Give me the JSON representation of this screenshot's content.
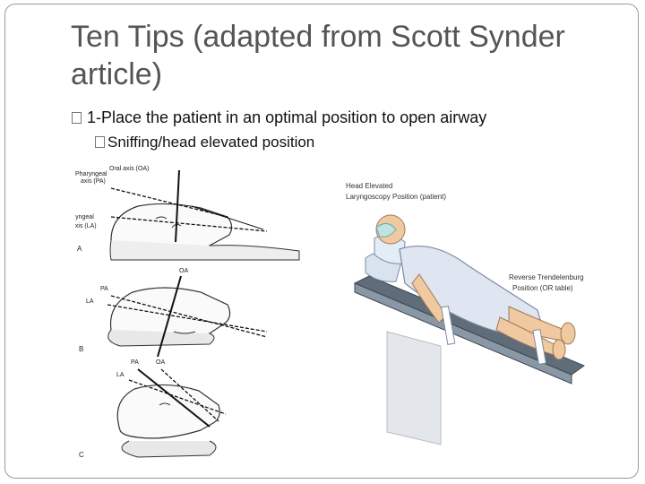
{
  "slide": {
    "title": "Ten Tips (adapted from Scott Synder article)",
    "bullets": [
      "1-Place the patient in an optimal position to open airway",
      "Sniffing/head elevated position"
    ]
  },
  "figure_left": {
    "labels": {
      "oral_axis": "Oral axis (OA)",
      "pharyngeal_axis": "Pharyngeal axis (PA)",
      "laryngeal_axis": "Laryngeal axis (LA)",
      "oa": "OA",
      "pa": "PA",
      "la": "LA",
      "panel_a": "A",
      "panel_b": "B",
      "panel_c": "C"
    }
  },
  "figure_right": {
    "labels": {
      "head_elevated": "Head Elevated",
      "laryngoscopy": "Laryngoscopy Position (patient)",
      "reverse_trendelenburg": "Reverse Trendelenburg",
      "position_or_table": "Position (OR table)"
    }
  },
  "colors": {
    "title": "#555555",
    "text": "#111111",
    "frame": "#9a9a9a",
    "gown": "#dfe6f2",
    "skin": "#f1c9a0",
    "table": "#5f6d7a"
  }
}
